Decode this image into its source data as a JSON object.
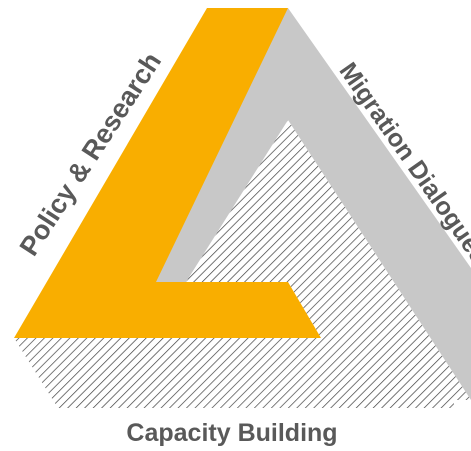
{
  "labels": {
    "policy_research": "Policy & Research",
    "migration_dialogues": "Migration Dialogues",
    "capacity_building": "Capacity Building"
  },
  "colors": {
    "policy_research": "#F9AE00",
    "migration_dialogues": "#C8C8C8",
    "capacity_building_hatch": "#404040",
    "label_text": "#595959"
  }
}
